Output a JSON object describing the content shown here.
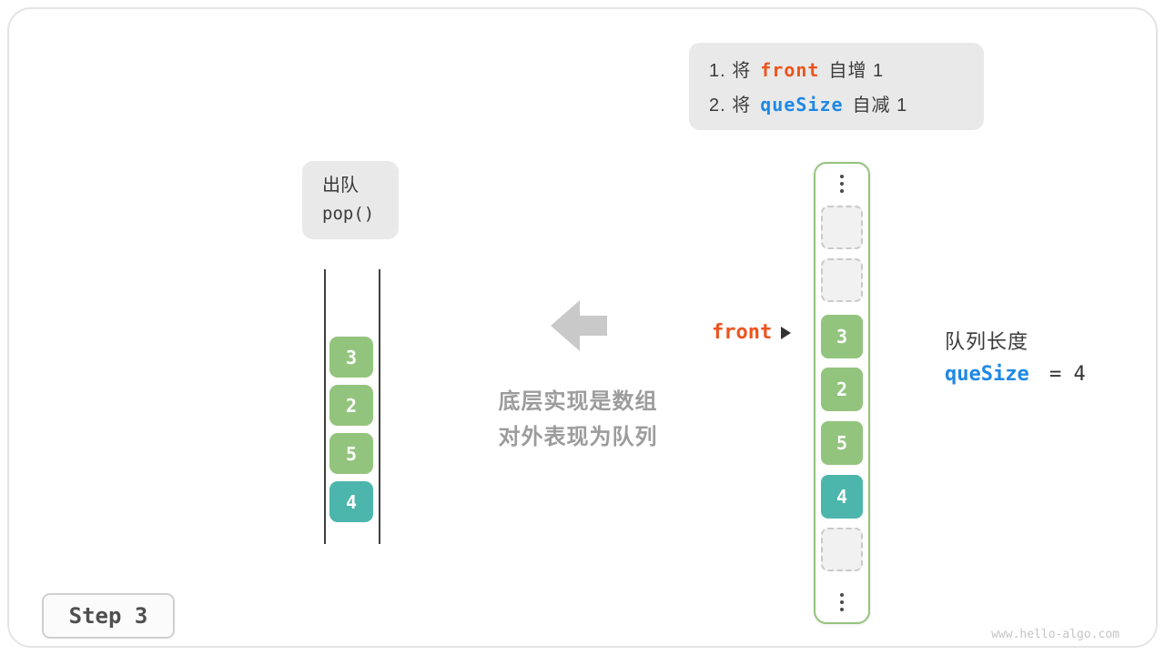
{
  "colors": {
    "green": "#93c47d",
    "teal": "#4db6ac",
    "orange": "#ed541d",
    "blue": "#1e88e5",
    "text-dark": "#3b3b3b",
    "text-gray": "#9c9c9c",
    "box-bg": "#e9e9e9",
    "arrow-gray": "#c9c9c9",
    "dash-gray": "#c9c9c9",
    "wall-gray": "#3f3f3f"
  },
  "note": {
    "line1": {
      "prefix": "1. 将",
      "code": "front",
      "suffix": "自增 1"
    },
    "line2": {
      "prefix": "2. 将",
      "code": "queSize",
      "suffix": "自减 1"
    }
  },
  "op_box": {
    "title": "出队",
    "code": "pop()"
  },
  "left_queue": {
    "values": [
      "3",
      "2",
      "5",
      "4"
    ]
  },
  "center": {
    "line1": "底层实现是数组",
    "line2": "对外表现为队列"
  },
  "front_pointer": {
    "label": "front"
  },
  "array": {
    "values": [
      "3",
      "2",
      "5",
      "4"
    ]
  },
  "right_info": {
    "title": "队列长度",
    "code": "queSize",
    "value": "= 4"
  },
  "step": {
    "label": "Step 3"
  },
  "watermark": {
    "text": "www.hello-algo.com"
  }
}
